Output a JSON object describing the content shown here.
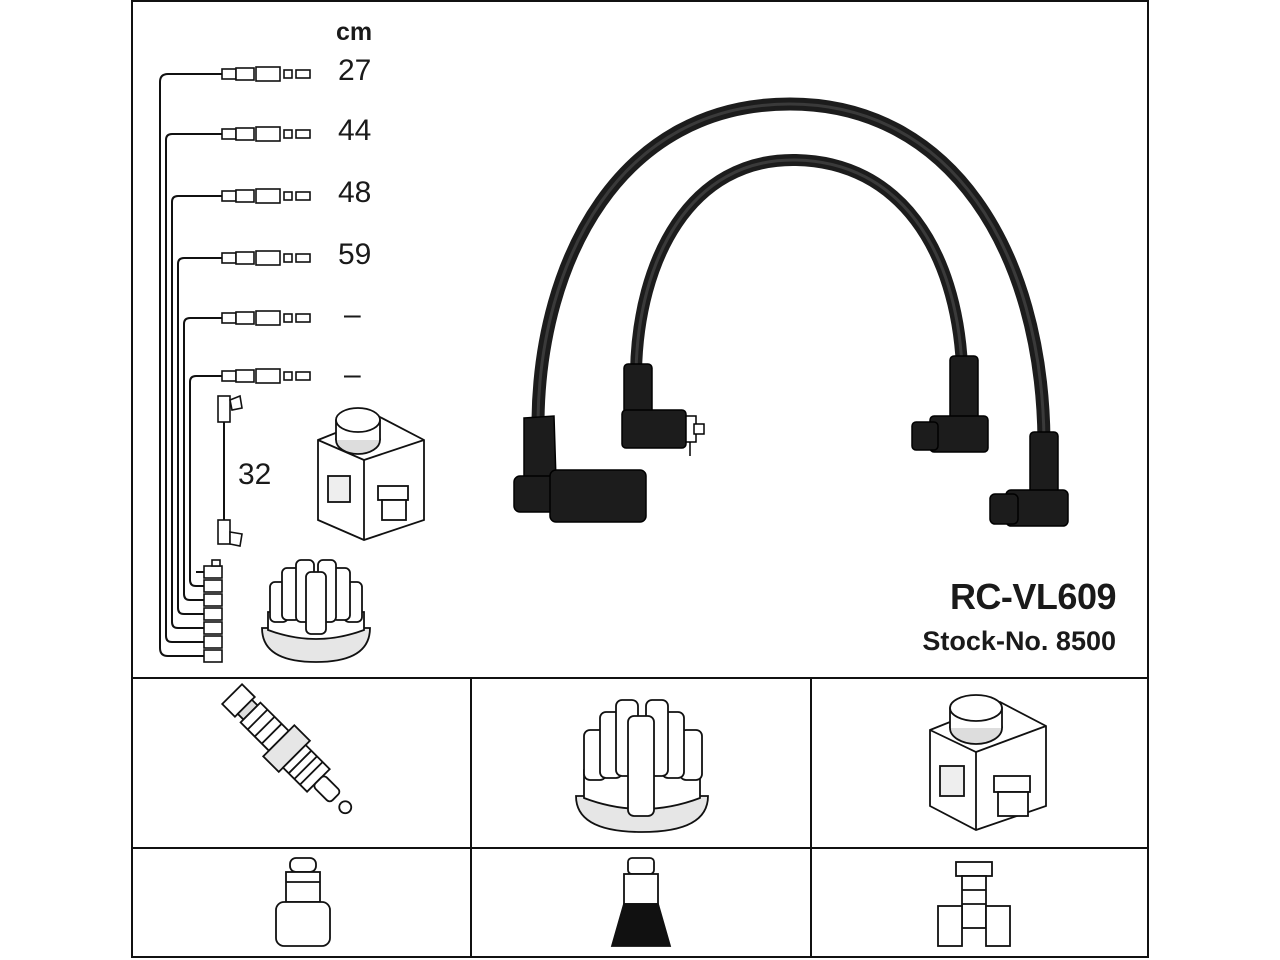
{
  "unit_label": "cm",
  "lengths": [
    "27",
    "44",
    "48",
    "59",
    "–",
    "–"
  ],
  "coil_lead_length": "32",
  "product": {
    "code": "RC-VL609",
    "stock_label": "Stock-No. 8500"
  },
  "colors": {
    "line": "#111111",
    "cable": "#1c1c1c",
    "background": "#ffffff"
  }
}
